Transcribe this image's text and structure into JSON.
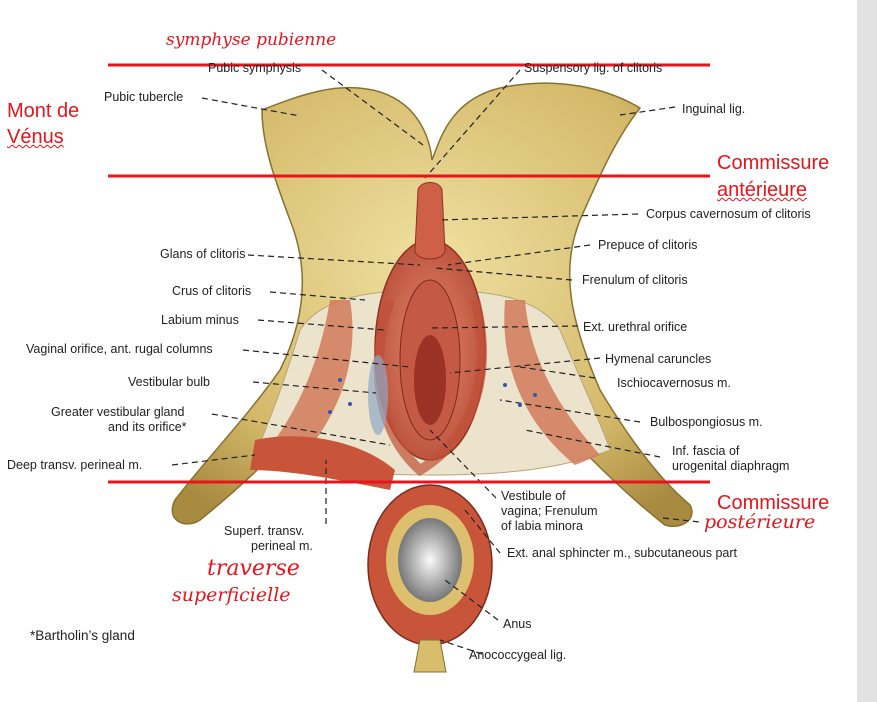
{
  "labels_left": [
    {
      "id": "pubic-tubercle",
      "text": "Pubic tubercle"
    },
    {
      "id": "glans-of-clitoris",
      "text": "Glans of clitoris"
    },
    {
      "id": "crus-of-clitoris",
      "text": "Crus of clitoris"
    },
    {
      "id": "labium-minus",
      "text": "Labium minus"
    },
    {
      "id": "vaginal-orifice",
      "text": "Vaginal orifice, ant. rugal columns"
    },
    {
      "id": "vestibular-bulb",
      "text": "Vestibular bulb"
    },
    {
      "id": "greater-vestibular-gland",
      "text": "Greater vestibular gland"
    },
    {
      "id": "and-its-orifice",
      "text": "and its orifice*"
    },
    {
      "id": "deep-transv-perineal",
      "text": "Deep transv. perineal m."
    },
    {
      "id": "superf-transv",
      "text": "Superf. transv."
    },
    {
      "id": "perineal-m",
      "text": "perineal m."
    }
  ],
  "labels_right": [
    {
      "id": "pubic-symphysis",
      "text": "Pubic symphysis"
    },
    {
      "id": "suspensory-lig",
      "text": "Suspensory lig. of clitoris"
    },
    {
      "id": "inguinal-lig",
      "text": "Inguinal lig."
    },
    {
      "id": "corpus-cavernosum",
      "text": "Corpus cavernosum of clitoris"
    },
    {
      "id": "prepuce-of-clitoris",
      "text": "Prepuce of clitoris"
    },
    {
      "id": "frenulum-of-clitoris",
      "text": "Frenulum of clitoris"
    },
    {
      "id": "ext-urethral-orifice",
      "text": "Ext. urethral orifice"
    },
    {
      "id": "hymenal-caruncles",
      "text": "Hymenal caruncles"
    },
    {
      "id": "ischiocavernosus",
      "text": "Ischiocavernosus m."
    },
    {
      "id": "bulbospongiosus",
      "text": "Bulbospongiosus m."
    },
    {
      "id": "inf-fascia",
      "text": "Inf. fascia of"
    },
    {
      "id": "urogenital-diaphragm",
      "text": "urogenital diaphragm"
    },
    {
      "id": "vestibule-of",
      "text": "Vestibule of"
    },
    {
      "id": "vagina-frenulum",
      "text": "vagina; Frenulum"
    },
    {
      "id": "of-labia-minora",
      "text": "of labia minora"
    },
    {
      "id": "ext-anal-sphincter",
      "text": "Ext. anal sphincter m., subcutaneous part"
    },
    {
      "id": "anus",
      "text": "Anus"
    },
    {
      "id": "anococcygeal-lig",
      "text": "Anococcygeal lig."
    }
  ],
  "annotations": {
    "symphyse": "symphyse pubienne",
    "mont_1": "Mont de",
    "mont_2": "Vénus",
    "comm_ant_1": "Commissure",
    "comm_ant_2": "antérieure",
    "comm_post_1": "Commissure",
    "comm_post_2": "postérieure",
    "traverse_1": "traverse",
    "traverse_2": "superficielle"
  },
  "footnote": "*Bartholin’s gland",
  "colors": {
    "annotation_red": "#e8141b",
    "bone": "#d8c070",
    "muscle": "#c85a3a",
    "mucosa": "#d86a55"
  }
}
